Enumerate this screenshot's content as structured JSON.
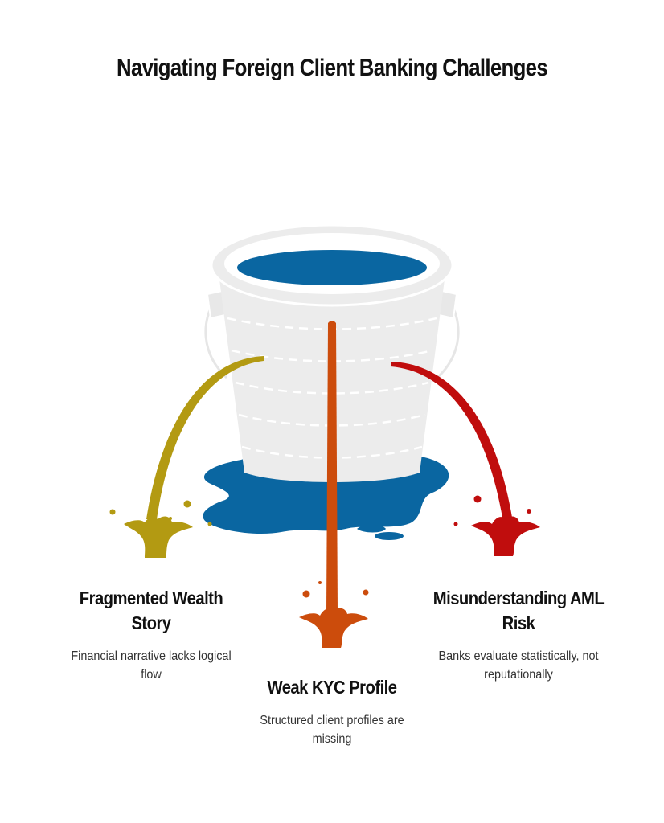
{
  "title": "Navigating Foreign Client Banking Challenges",
  "colors": {
    "bucket": "#ececec",
    "bucket_edge": "#ffffff",
    "water": "#0a66a1",
    "left_stream": "#b39a12",
    "center_stream": "#cc4c0c",
    "right_stream": "#c00d0d"
  },
  "items": [
    {
      "heading": "Fragmented Wealth Story",
      "description": "Financial narrative lacks logical flow"
    },
    {
      "heading": "Weak KYC Profile",
      "description": "Structured client profiles are missing"
    },
    {
      "heading": "Misunderstanding AML Risk",
      "description": "Banks evaluate statistically, not reputationally"
    }
  ]
}
